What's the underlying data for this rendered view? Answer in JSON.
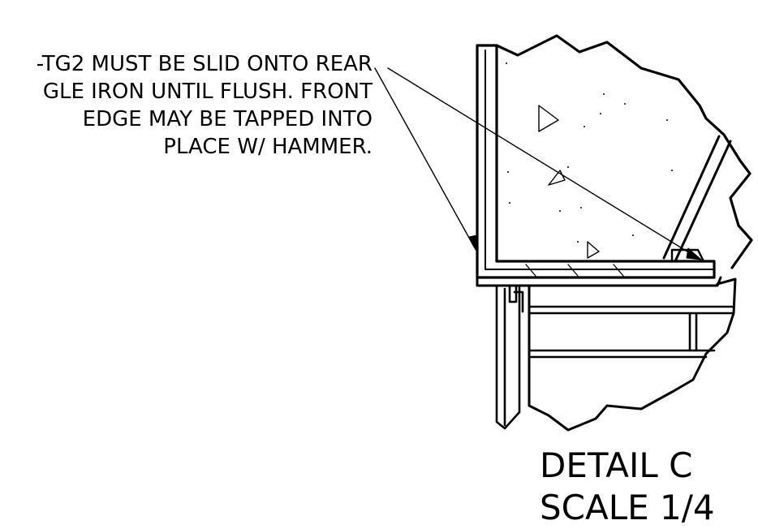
{
  "note": {
    "lines": [
      "-TG2 MUST BE SLID ONTO REAR",
      "GLE IRON UNTIL FLUSH. FRONT",
      "EDGE MAY BE TAPPED INTO",
      "PLACE W/ HAMMER."
    ]
  },
  "detail": {
    "title": "DETAIL  C",
    "scale": "SCALE 1/4"
  },
  "colors": {
    "ink": "#000000",
    "paper": "#ffffff"
  }
}
